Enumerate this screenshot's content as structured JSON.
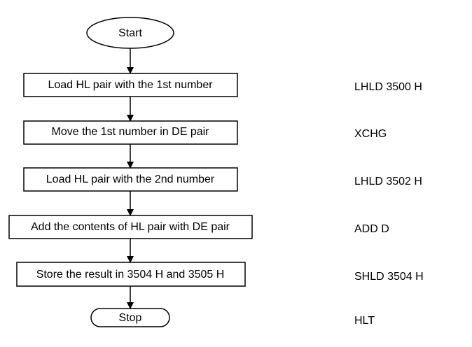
{
  "flowchart": {
    "start": {
      "label": "Start"
    },
    "steps": [
      {
        "label": "Load HL pair with the 1st number",
        "instruction": "LHLD 3500 H"
      },
      {
        "label": "Move the 1st number in DE pair",
        "instruction": "XCHG"
      },
      {
        "label": "Load HL pair with the 2nd number",
        "instruction": "LHLD 3502 H"
      },
      {
        "label": "Add the contents of HL pair with DE pair",
        "instruction": "ADD D"
      },
      {
        "label": "Store the result in 3504 H and 3505 H",
        "instruction": "SHLD 3504 H"
      }
    ],
    "stop": {
      "label": "Stop",
      "instruction": "HLT"
    }
  },
  "colors": {
    "stroke": "#000000",
    "fill": "#ffffff",
    "text": "#000000"
  }
}
